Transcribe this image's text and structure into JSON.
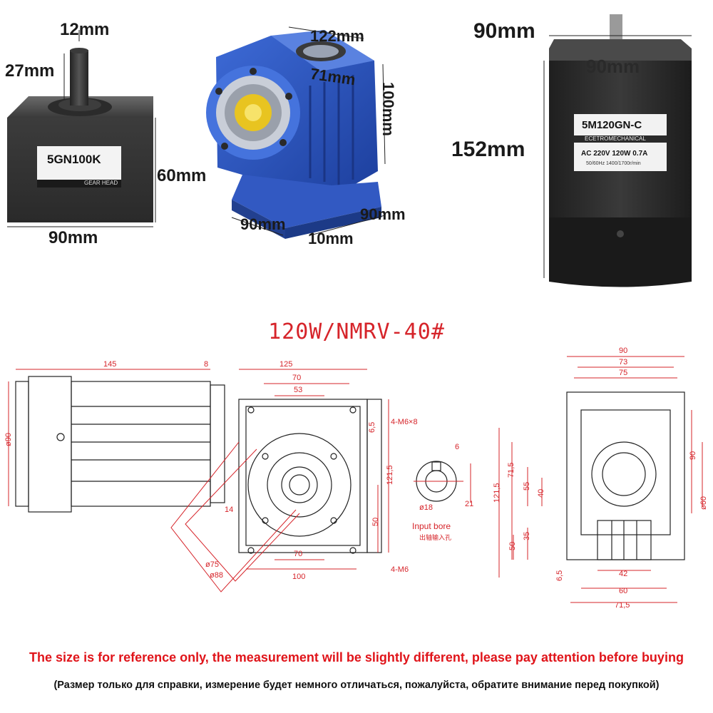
{
  "gearhead": {
    "dim_shaft_width": "12mm",
    "dim_shaft_height": "27mm",
    "dim_height": "60mm",
    "dim_width": "90mm",
    "model": "5GN100K",
    "caption": "GEAR HEAD"
  },
  "worm_reducer": {
    "dim_top": "122mm",
    "dim_inner": "71mm",
    "dim_height": "100mm",
    "dim_base_left": "90mm",
    "dim_base_right": "90mm",
    "dim_base_bottom": "10mm"
  },
  "motor": {
    "dim_flange": "90mm",
    "dim_flange_inner": "90mm",
    "dim_length": "152mm",
    "model": "5M120GN-C",
    "brand": "ECETROMECHANICAL",
    "spec_line1": "AC  220V  120W  0.7A",
    "spec_line2": "50/60Hz    1400/1700r/min"
  },
  "drawing": {
    "title": "120W/NMRV-40#",
    "dims": {
      "d145": "145",
      "d8": "8",
      "d125": "125",
      "d70_top": "70",
      "d53": "53",
      "phi90": "ø90",
      "m6_8": "4-M6×8",
      "d6_5_top": "6,5",
      "d121_5": "121,5",
      "d14": "14",
      "d50": "50",
      "phi75": "ø75",
      "phi88": "ø88",
      "d70_bot": "70",
      "d100": "100",
      "m6": "4-M6",
      "key_6": "6",
      "phi18": "ø18",
      "key_21": "21",
      "input_bore": "Input bore",
      "input_bore_cn": "出轴输入孔",
      "r_90": "90",
      "r_73": "73",
      "r_75": "75",
      "r_121_5": "121,5",
      "r_71_5": "71,5",
      "r_55": "55",
      "r_40": "40",
      "r_35": "35",
      "r_50": "50",
      "r_90_side": "90",
      "r_phi60": "ø60",
      "r_6_5": "6,5",
      "r_42": "42",
      "r_60": "60",
      "r_71_5_bot": "71,5"
    }
  },
  "notice": {
    "english": "The size is for reference only, the measurement will be slightly different, please pay attention before buying",
    "russian": "(Размер только для справки, измерение будет немного отличаться, пожалуйста, обратите внимание перед покупкой)"
  }
}
